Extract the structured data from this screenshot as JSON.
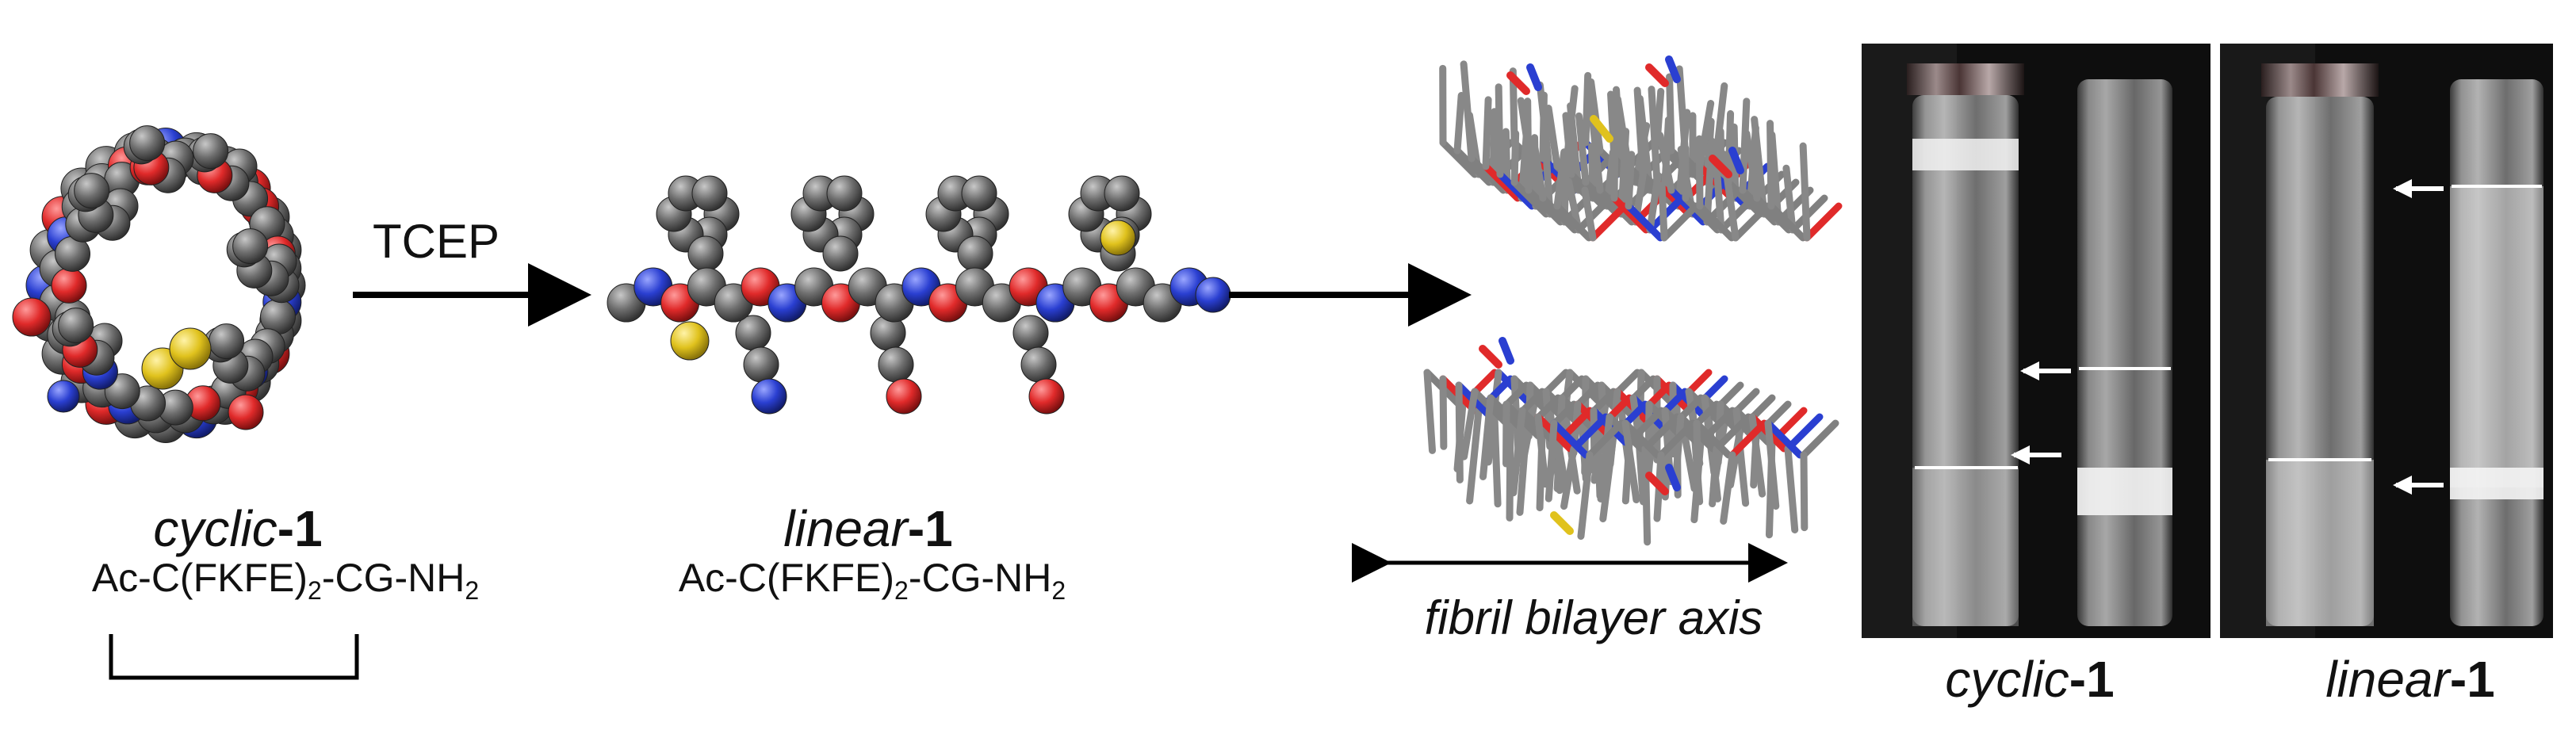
{
  "reaction": {
    "reagent": "TCEP"
  },
  "cyclic": {
    "name_prefix": "cyclic",
    "name_suffix": "-1",
    "seq_a": "Ac-C(FKFE)",
    "seq_sub": "2",
    "seq_b": "-CG-NH",
    "seq_sub2": "2"
  },
  "linear": {
    "name_prefix": "linear",
    "name_suffix": "-1",
    "seq_a": "Ac-C(FKFE)",
    "seq_sub": "2",
    "seq_b": "-CG-NH",
    "seq_sub2": "2"
  },
  "fibril": {
    "axis_label": "fibril bilayer axis"
  },
  "photos": [
    {
      "prefix": "cyclic",
      "suffix": "-1"
    },
    {
      "prefix": "linear",
      "suffix": "-1"
    }
  ],
  "colors": {
    "carbon": "#6d6d6d",
    "oxygen": "#e02a2a",
    "nitrogen": "#2a3fd1",
    "sulfur": "#e0c21d"
  }
}
